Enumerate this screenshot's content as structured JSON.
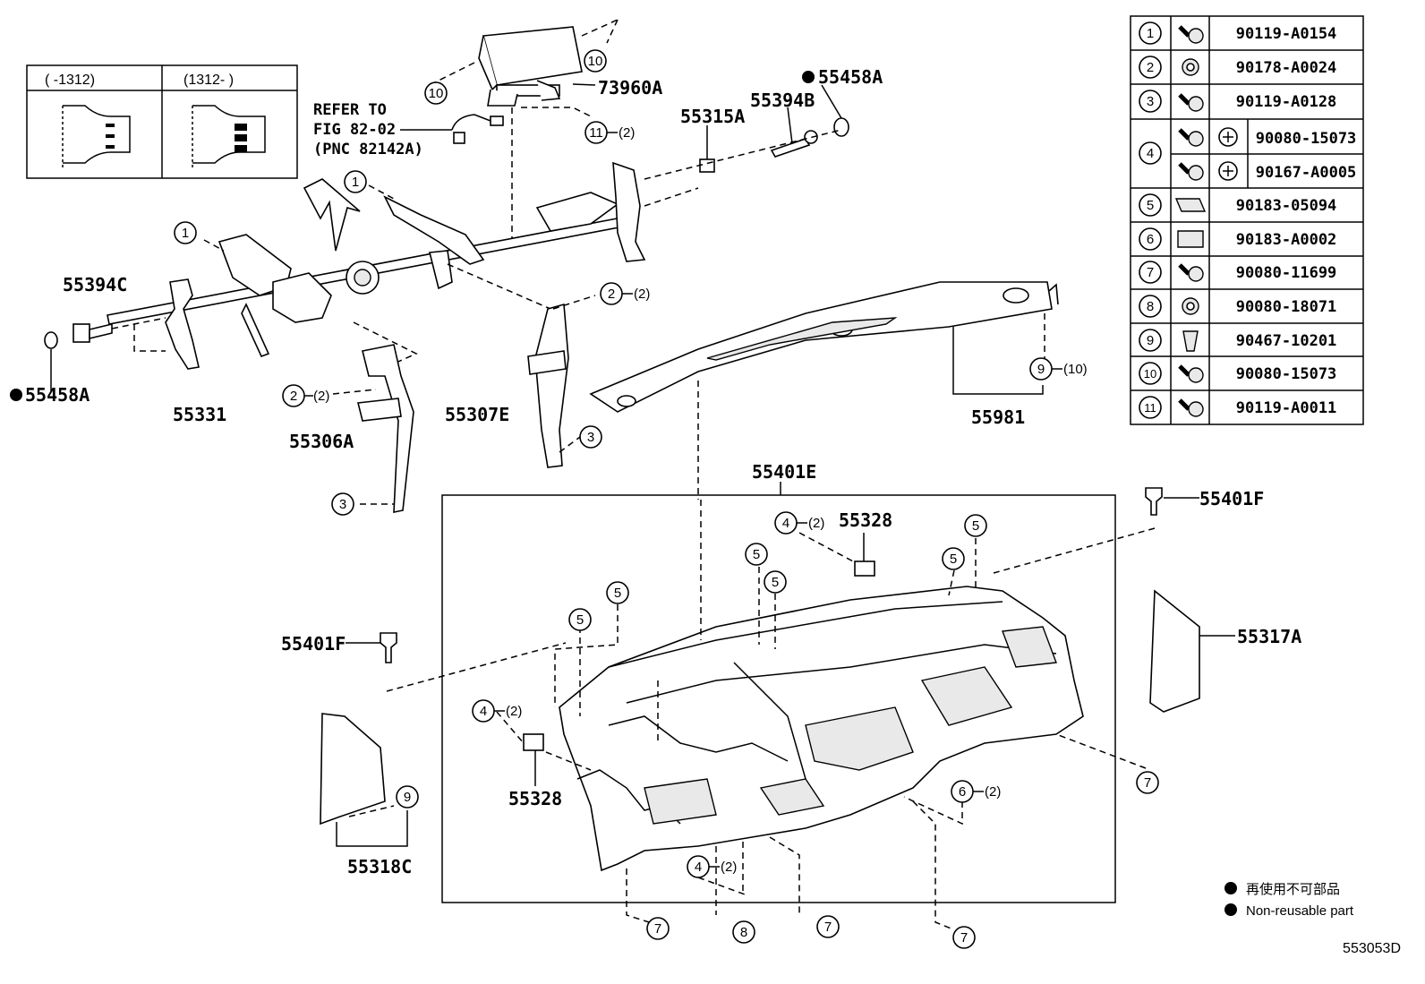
{
  "inset": {
    "left_label": "(    -1312)",
    "right_label": "(1312-    )"
  },
  "refer": {
    "line1": "REFER TO",
    "line2": "FIG 82-02",
    "line3": "(PNC 82142A)"
  },
  "parts": {
    "p73960A": "73960A",
    "p55315A": "55315A",
    "p55394B": "55394B",
    "p55458A_top": "55458A",
    "p55394C": "55394C",
    "p55458A_left": "55458A",
    "p55331": "55331",
    "p55306A": "55306A",
    "p55307E": "55307E",
    "p55981": "55981",
    "p55401E": "55401E",
    "p55328_top": "55328",
    "p55401F_right": "55401F",
    "p55401F_left": "55401F",
    "p55317A": "55317A",
    "p55328_bottom": "55328",
    "p55318C": "55318C"
  },
  "qty": {
    "q11": "(2)",
    "q2a": "(2)",
    "q2b": "(2)",
    "q9": "(10)",
    "q4a": "(2)",
    "q4b": "(2)",
    "q6": "(2)",
    "q4c": "(2)"
  },
  "callouts": {
    "c10a": "10",
    "c10b": "10",
    "c11": "11",
    "c1a": "1",
    "c1b": "1",
    "c2a": "2",
    "c2b": "2",
    "c3a": "3",
    "c3b": "3",
    "c9": "9",
    "c4a": "4",
    "c5a": "5",
    "c5b": "5",
    "c5c": "5",
    "c5d": "5",
    "c5e": "5",
    "c5f": "5",
    "c4b": "4",
    "c6": "6",
    "c9b": "9",
    "c4c": "4",
    "c7a": "7",
    "c7b": "7",
    "c7c": "7",
    "c7d": "7",
    "c8": "8"
  },
  "table": {
    "rows": [
      {
        "num": "1",
        "code": "90119-A0154"
      },
      {
        "num": "2",
        "code": "90178-A0024"
      },
      {
        "num": "3",
        "code": "90119-A0128"
      },
      {
        "num": "4",
        "code": "90080-15073",
        "code2": "90167-A0005"
      },
      {
        "num": "5",
        "code": "90183-05094"
      },
      {
        "num": "6",
        "code": "90183-A0002"
      },
      {
        "num": "7",
        "code": "90080-11699"
      },
      {
        "num": "8",
        "code": "90080-18071"
      },
      {
        "num": "9",
        "code": "90467-10201"
      },
      {
        "num": "10",
        "code": "90080-15073"
      },
      {
        "num": "11",
        "code": "90119-A0011"
      }
    ]
  },
  "legend": {
    "jp": "再使用不可部品",
    "en": "Non-reusable part"
  },
  "figure_id": "553053D"
}
